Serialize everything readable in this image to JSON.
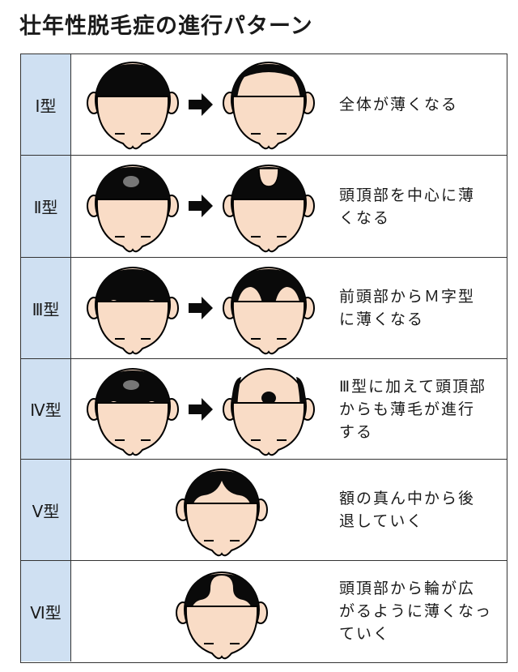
{
  "title": "壮年性脱毛症の進行パターン",
  "rows": [
    {
      "label": "Ⅰ型",
      "description": "全体が薄くなる"
    },
    {
      "label": "Ⅱ型",
      "description": "頭頂部を中心に薄\nくなる"
    },
    {
      "label": "Ⅲ型",
      "description": "前頭部からＭ字型\nに薄くなる"
    },
    {
      "label": "Ⅳ型",
      "description": "Ⅲ型に加えて頭頂部\nからも薄毛が進行\nする"
    },
    {
      "label": "Ⅴ型",
      "description": "額の真ん中から後\n退していく"
    },
    {
      "label": "Ⅵ型",
      "description": "頭頂部から輪が広\nがるように薄くなっ\nていく"
    }
  ],
  "colors": {
    "label_bg": "#cfe0f2",
    "skin": "#f9dcc6",
    "hair": "#0a0a0a",
    "border": "#333333"
  }
}
